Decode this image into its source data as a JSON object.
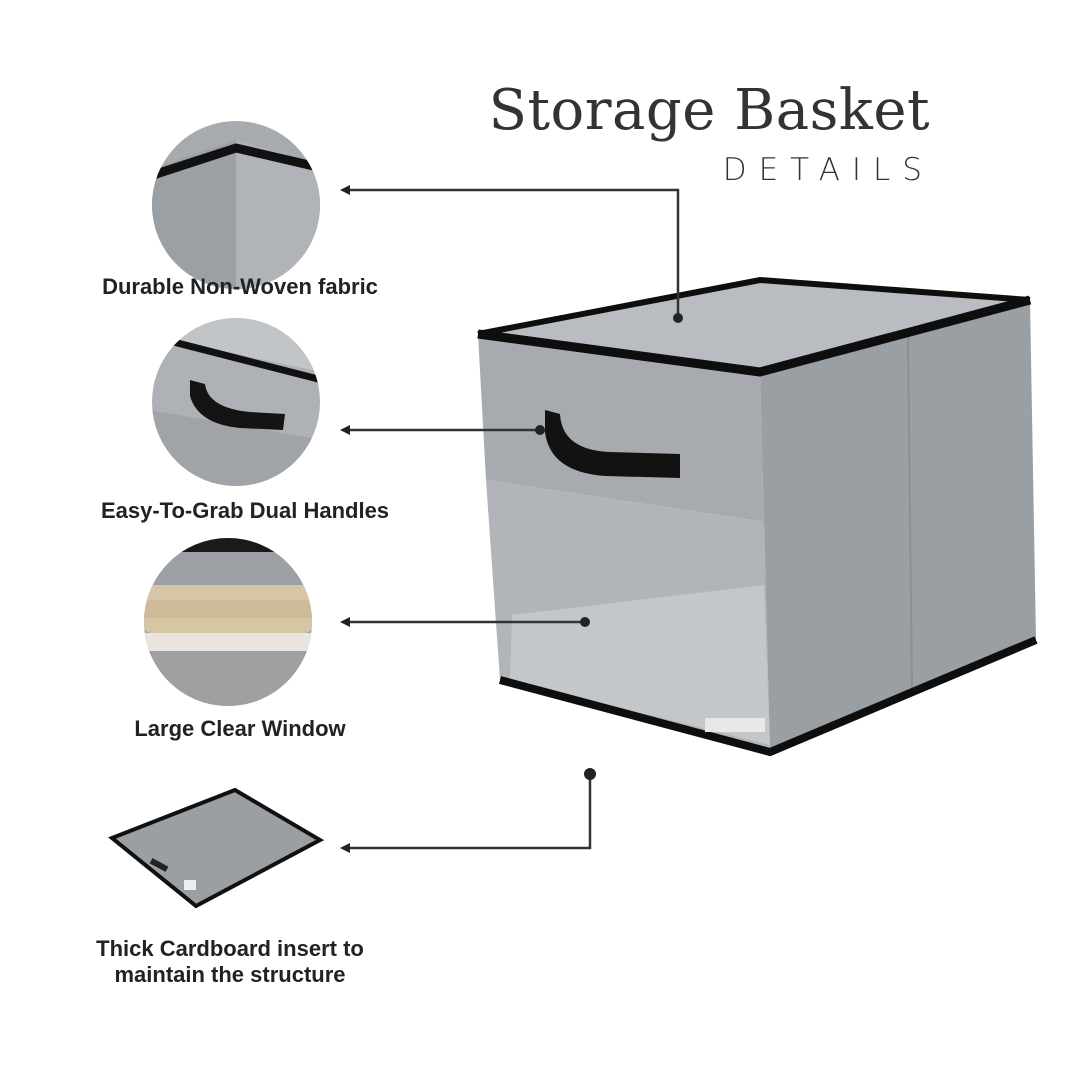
{
  "header": {
    "title": "Storage Basket",
    "subtitle": "DETAILS"
  },
  "features": [
    {
      "label": "Durable Non-Woven fabric",
      "icon": "fabric-corner-icon"
    },
    {
      "label": "Easy-To-Grab Dual Handles",
      "icon": "handle-icon"
    },
    {
      "label": "Large Clear Window",
      "icon": "clear-window-icon"
    },
    {
      "label_line1": "Thick Cardboard insert to",
      "label_line2": "maintain the structure",
      "icon": "cardboard-insert-icon"
    }
  ],
  "colors": {
    "fabric": "#9ea3a8",
    "fabric_dark": "#868b90",
    "trim": "#111111",
    "text": "#222222"
  }
}
